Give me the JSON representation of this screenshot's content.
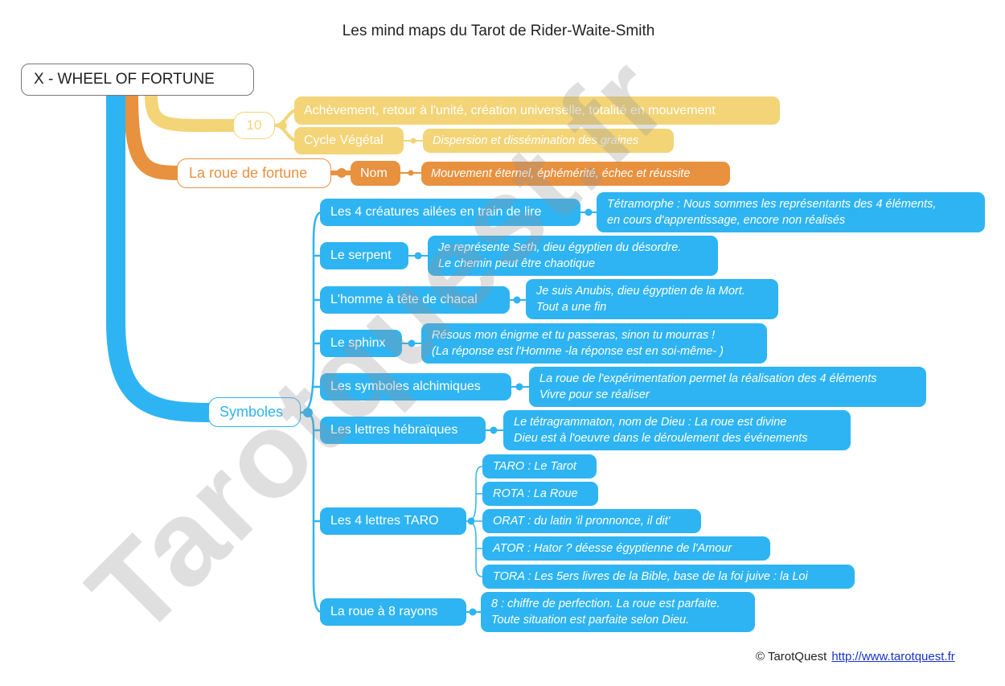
{
  "title": "Les mind maps du Tarot de Rider-Waite-Smith",
  "watermark": "Tarotquest.fr",
  "colors": {
    "yellow": "#f3d477",
    "orange": "#e8913f",
    "blue": "#2eb4f2",
    "root_border": "#777777"
  },
  "root": "X - WHEEL OF FORTUNE",
  "yellow_branch": {
    "number": "10",
    "meaning": "Achèvement, retour à l'unité, création universelle, totalité en mouvement",
    "cycle": "Cycle Végétal",
    "cycle_note": "Dispersion et dissémination des graines"
  },
  "orange_branch": {
    "label": "La roue de fortune",
    "nom": "Nom",
    "nom_note": "Mouvement éternel, éphémérité, échec et réussite"
  },
  "symboles": {
    "label": "Symboles",
    "items": [
      {
        "label": "Les 4 créatures ailées en train de lire",
        "note": [
          "Tétramorphe : Nous sommes les représentants des 4 éléments,",
          "en cours d'apprentissage, encore non réalisés"
        ]
      },
      {
        "label": "Le serpent",
        "note": [
          "Je représente Seth, dieu égyptien du désordre.",
          "Le chemin peut être chaotique"
        ]
      },
      {
        "label": "L'homme à tête de chacal",
        "note": [
          "Je suis Anubis, dieu égyptien de la Mort.",
          "Tout a une fin"
        ]
      },
      {
        "label": "Le sphinx",
        "note": [
          "Résous mon énigme et tu passeras, sinon tu mourras !",
          "(La réponse est l'Homme -la réponse est en soi-même- )"
        ]
      },
      {
        "label": "Les symboles alchimiques",
        "note": [
          "La roue de l'expérimentation permet la réalisation des 4 éléments",
          "Vivre pour se réaliser"
        ]
      },
      {
        "label": "Les lettres hébraïques",
        "note": [
          "Le tétragrammaton, nom de Dieu : La roue est divine",
          "Dieu est à l'oeuvre dans le déroulement des événements"
        ]
      },
      {
        "label": "Les 4 lettres TARO",
        "subs": [
          "TARO : Le Tarot",
          "ROTA : La Roue",
          "ORAT : du latin 'il pronnonce, il dit'",
          "ATOR : Hator ? déesse égyptienne de l'Amour",
          "TORA : Les 5ers livres de la Bible, base de la foi juive : la Loi"
        ]
      },
      {
        "label": "La roue à 8 rayons",
        "note": [
          "8 : chiffre de perfection. La roue est parfaite.",
          "Toute situation est parfaite selon Dieu."
        ]
      }
    ]
  },
  "footer": {
    "copyright": "© TarotQuest",
    "url": "http://www.tarotquest.fr"
  }
}
